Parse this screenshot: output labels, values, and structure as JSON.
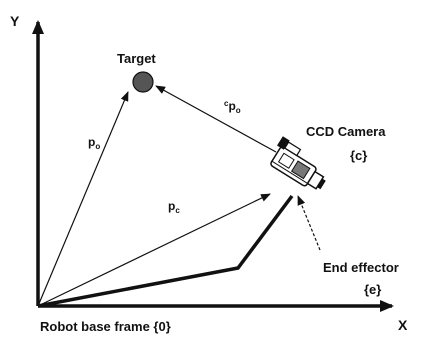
{
  "axes": {
    "x_label": "X",
    "y_label": "Y"
  },
  "labels": {
    "target": "Target",
    "camera_line1": "CCD Camera",
    "camera_line2": "{c}",
    "end_effector_line1": "End effector",
    "end_effector_line2": "{e}",
    "base_frame": "Robot base frame {0}",
    "p_o_main": "p",
    "p_o_sub": "o",
    "p_c_main": "p",
    "p_c_sub": "c",
    "cp_o_sup": "c",
    "cp_o_main": "p",
    "cp_o_sub": "o"
  },
  "colors": {
    "ink": "#111111",
    "target_fill": "#555555",
    "background": "#ffffff"
  }
}
